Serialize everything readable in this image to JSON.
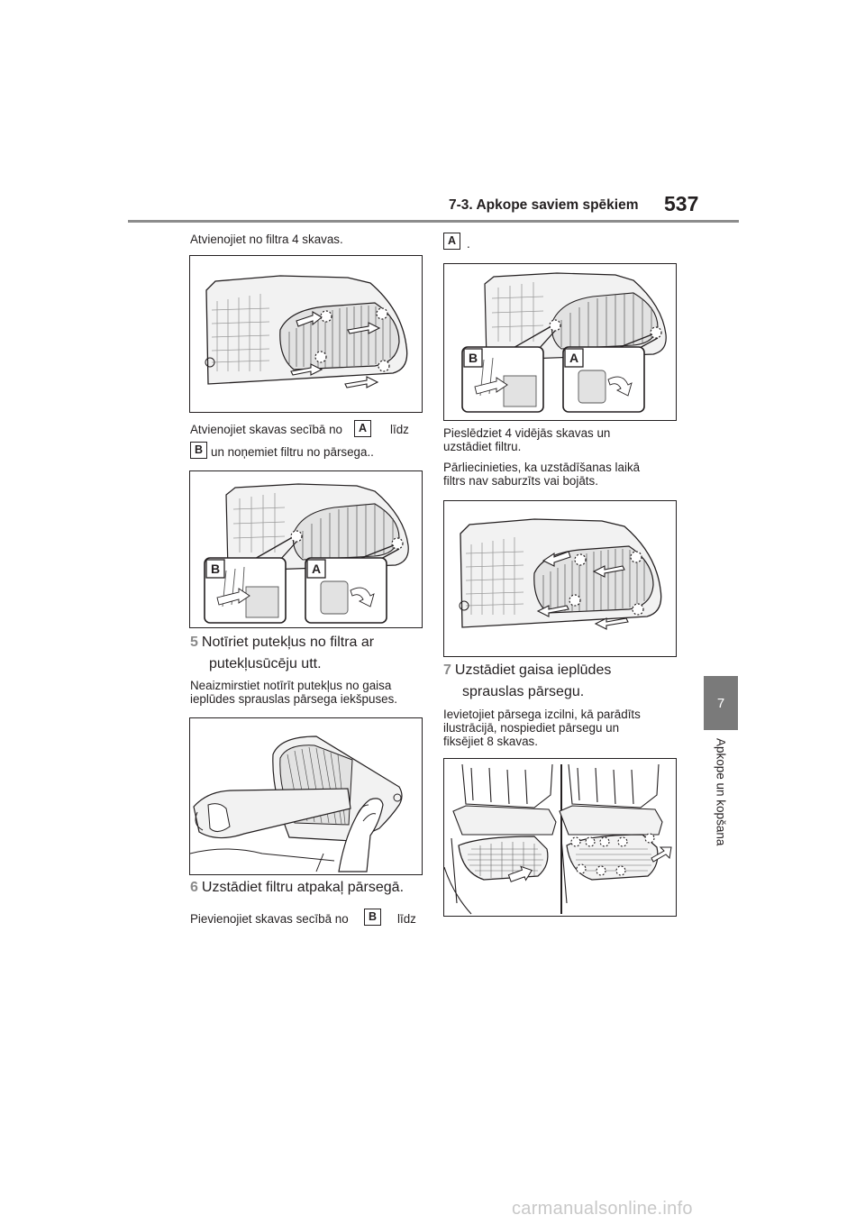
{
  "header": {
    "section_title": "7-3. Apkope saviem spēkiem",
    "page_number": "537"
  },
  "side_tab": {
    "chapter_number": "7",
    "chapter_title": "Apkope un kopšana"
  },
  "left_column": {
    "intro_text": "Atvienojiet no filtra 4 skavas.",
    "p2_before": "Atvienojiet skavas secībā no",
    "p2_label_a": "A",
    "p2_after": "līdz",
    "p3_label_b": "B",
    "p3_text": "un noņemiet filtru no pārsega..",
    "step5_number": "5",
    "step5_line1": "Notīriet putekļus no filtra ar",
    "step5_line2": "putekļusūcēju utt.",
    "step5_note_line1": "Neaizmirstiet notīrīt putekļus no gaisa",
    "step5_note_line2": "ieplūdes sprauslas pārsega iekšpuses.",
    "step6_number": "6",
    "step6_text": "Uzstādiet filtru atpakaļ pārsegā.",
    "step6_note_before": "Pievienojiet skavas secībā no",
    "step6_note_label_b": "B",
    "step6_note_after": "līdz"
  },
  "right_column": {
    "label_a": "A",
    "label_a_suffix": ".",
    "text1_line1": "Pieslēdziet 4 vidējās skavas un",
    "text1_line2": "uzstādiet filtru.",
    "text2_line1": "Pārliecinieties, ka uzstādīšanas laikā",
    "text2_line2": "filtrs nav saburzīts vai bojāts.",
    "step7_number": "7",
    "step7_line1": "Uzstādiet gaisa ieplūdes",
    "step7_line2": "sprauslas pārsegu.",
    "step7_note_line1": "Ievietojiet pārsega izcilni, kā parādīts",
    "step7_note_line2": "ilustrācijā, nospiediet pārsegu un",
    "step7_note_line3": "fiksējiet 8 skavas."
  },
  "figure_labels": {
    "fig2_b": "B",
    "fig2_a": "A",
    "fig4_b": "B",
    "fig4_a": "A"
  },
  "footer": {
    "watermark": "carmanualsonline.info"
  }
}
